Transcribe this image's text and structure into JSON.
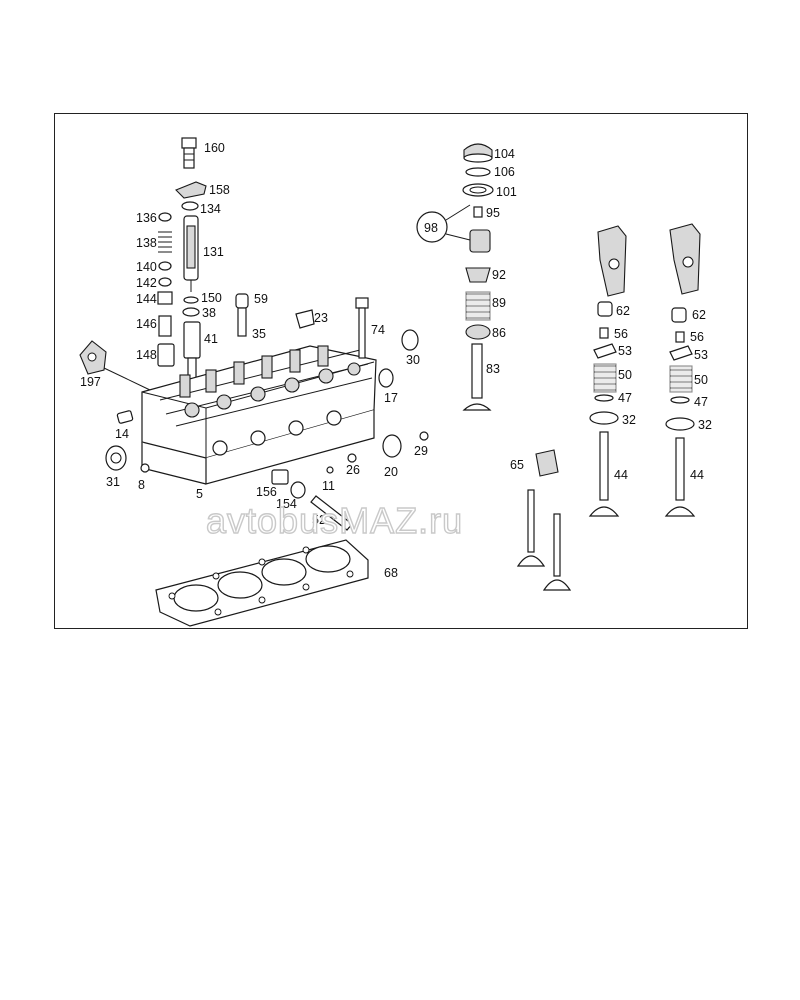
{
  "labels": {
    "l160": "160",
    "l158": "158",
    "l134": "134",
    "l136": "136",
    "l138": "138",
    "l131": "131",
    "l140": "140",
    "l142": "142",
    "l144": "144",
    "l150": "150",
    "l38": "38",
    "l146": "146",
    "l41": "41",
    "l148": "148",
    "l197": "197",
    "l59": "59",
    "l35": "35",
    "l23": "23",
    "l74": "74",
    "l30": "30",
    "l17": "17",
    "l14": "14",
    "l31": "31",
    "l8": "8",
    "l5": "5",
    "l156": "156",
    "l154": "154",
    "l11": "11",
    "l26": "26",
    "l20": "20",
    "l29": "29",
    "l52": "52",
    "l68": "68",
    "l104": "104",
    "l106": "106",
    "l101": "101",
    "l95": "95",
    "l98": "98",
    "l92": "92",
    "l89": "89",
    "l86": "86",
    "l83": "83",
    "l65": "65",
    "l62a": "62",
    "l56a": "56",
    "l53a": "53",
    "l50a": "50",
    "l47a": "47",
    "l32a": "32",
    "l44a": "44",
    "l62b": "62",
    "l56b": "56",
    "l53b": "53",
    "l50b": "50",
    "l47b": "47",
    "l32b": "32",
    "l44b": "44"
  },
  "watermark": "avtobusMAZ.ru"
}
